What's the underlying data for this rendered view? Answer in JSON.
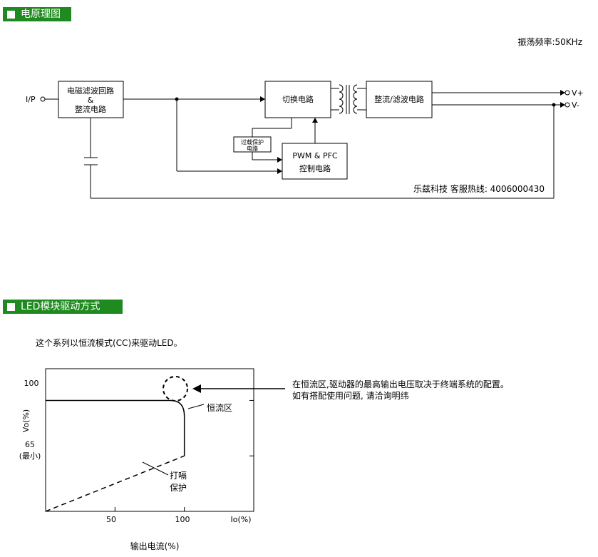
{
  "schematic": {
    "heading": "电原理图",
    "freq_note": "振荡频率:50KHz",
    "input_label": "I/P",
    "block_emi_line1": "电磁滤波回路",
    "block_emi_line2": "&",
    "block_emi_line3": "整流电路",
    "block_switch": "切换电路",
    "block_rect": "整流/滤波电路",
    "block_ovp_line1": "过载保护",
    "block_ovp_line2": "电路",
    "block_pwm_line1": "PWM & PFC",
    "block_pwm_line2": "控制电路",
    "out_pos": "V+",
    "out_neg": "V-",
    "hotline": "乐兹科技 客服热线: 4006000430"
  },
  "drive": {
    "heading": "LED模块驱动方式",
    "intro": "这个系列以恒流模式(CC)来驱动LED。",
    "note_line1": "在恒流区,驱动器的最高输出电压取决于终端系统的配置。",
    "note_line2": "如有搭配使用问题, 请洽询明纬"
  },
  "chart_data": {
    "type": "line",
    "ylabel": "Vo(%)",
    "xlabel": "Io(%)",
    "x_caption": "输出电流(%)",
    "y_ticks": [
      "100",
      "65"
    ],
    "y_tick_sub": "(最小)",
    "x_ticks": [
      "50",
      "100"
    ],
    "xlim": [
      0,
      150
    ],
    "ylim": [
      30,
      120
    ],
    "series": [
      {
        "style": "solid",
        "x": [
          0,
          90,
          100,
          100
        ],
        "y": [
          100,
          100,
          90,
          65
        ]
      },
      {
        "style": "dashed",
        "x": [
          0,
          100
        ],
        "y": [
          30,
          65
        ]
      }
    ],
    "annotations": {
      "cc_region": "恒流区",
      "hiccup_line1": "打嗝",
      "hiccup_line2": "保护"
    }
  },
  "colors": {
    "accent": "#1f8a1f"
  }
}
